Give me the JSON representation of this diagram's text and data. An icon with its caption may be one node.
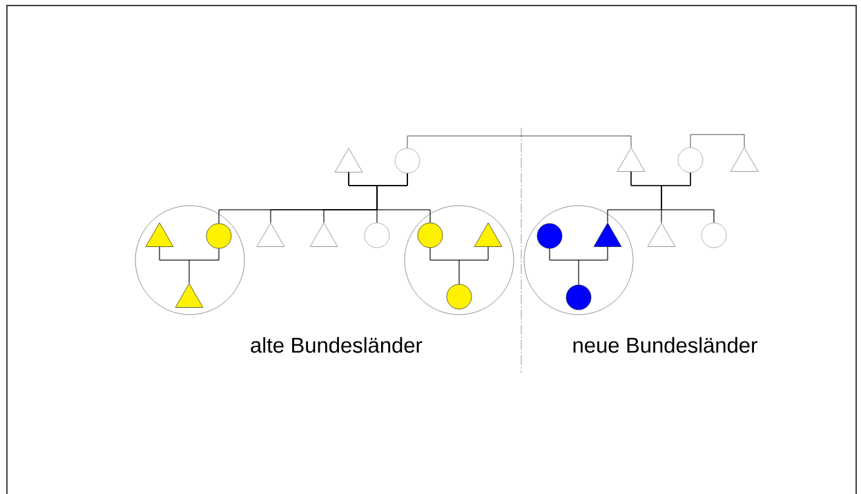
{
  "diagram": {
    "nodes": [
      {
        "text": [],
        "shape": "triangle"
      },
      {
        "text": [],
        "shape": "circle"
      },
      {
        "text": [],
        "shape": "triangle"
      },
      {
        "text": [],
        "shape": "circle"
      },
      {
        "text": [],
        "shape": "triangle"
      },
      {
        "text": [],
        "shape": "circle"
      },
      {
        "text": [],
        "shape": "triangle",
        "in": 5
      },
      {
        "text": [],
        "shape": "circle",
        "in": 5
      },
      {
        "text": [],
        "shape": "triangle",
        "in": 5
      },
      {
        "text": [],
        "shape": "triangle"
      },
      {
        "text": [],
        "shape": "triangle"
      },
      {
        "text": [],
        "shape": "circle"
      },
      {
        "text": [],
        "shape": "circle"
      },
      {
        "text": [],
        "shape": "circle",
        "in": 12
      },
      {
        "text": [],
        "shape": "triangle",
        "in": 12
      },
      {
        "text": [],
        "shape": "circle",
        "in": 12
      },
      {
        "text": [],
        "shape": "circle"
      },
      {
        "text": [],
        "shape": "circle",
        "in": 16
      },
      {
        "text": [],
        "shape": "triangle",
        "in": 16
      },
      {
        "text": [],
        "shape": "circle",
        "in": 16
      },
      {
        "text": [],
        "shape": "triangle"
      },
      {
        "text": [],
        "shape": "circle"
      }
    ],
    "edges": [
      {
        "from": 1,
        "to": 2,
        "arrow": "none"
      },
      {
        "from": 3,
        "to": 4,
        "arrow": "none"
      },
      {
        "from": 0,
        "to": 1,
        "arrow": "none"
      },
      {
        "from": 2,
        "to": 3,
        "arrow": "none"
      },
      {
        "from": 0,
        "to": 7,
        "arrow": "none"
      },
      {
        "from": 0,
        "to": 9,
        "arrow": "none"
      },
      {
        "from": 0,
        "to": 10,
        "arrow": "none"
      },
      {
        "from": 0,
        "to": 11,
        "arrow": "none"
      },
      {
        "from": 0,
        "to": 13,
        "arrow": "none"
      },
      {
        "from": 1,
        "to": 7,
        "arrow": "none"
      },
      {
        "from": 1,
        "to": 9,
        "arrow": "none"
      },
      {
        "from": 1,
        "to": 10,
        "arrow": "none"
      },
      {
        "from": 1,
        "to": 11,
        "arrow": "none"
      },
      {
        "from": 1,
        "to": 13,
        "arrow": "none"
      },
      {
        "from": 2,
        "to": 18,
        "arrow": "none"
      },
      {
        "from": 2,
        "to": 20,
        "arrow": "none"
      },
      {
        "from": 2,
        "to": 21,
        "arrow": "none"
      },
      {
        "from": 3,
        "to": 18,
        "arrow": "none"
      },
      {
        "from": 3,
        "to": 20,
        "arrow": "none"
      },
      {
        "from": 3,
        "to": 21,
        "arrow": "none"
      },
      {
        "from": 6,
        "to": 7,
        "arrow": "none"
      },
      {
        "from": 6,
        "to": 8,
        "arrow": "none"
      },
      {
        "from": 7,
        "to": 8,
        "arrow": "none"
      },
      {
        "from": 13,
        "to": 14,
        "arrow": "none"
      },
      {
        "from": 13,
        "to": 15,
        "arrow": "none"
      },
      {
        "from": 14,
        "to": 15,
        "arrow": "none"
      },
      {
        "from": 17,
        "to": 18,
        "arrow": "none"
      },
      {
        "from": 17,
        "to": 19,
        "arrow": "none"
      },
      {
        "from": 18,
        "to": 19,
        "arrow": "none"
      }
    ],
    "labels": [
      "alte Bundesländer",
      "neue Bundesländer"
    ]
  }
}
